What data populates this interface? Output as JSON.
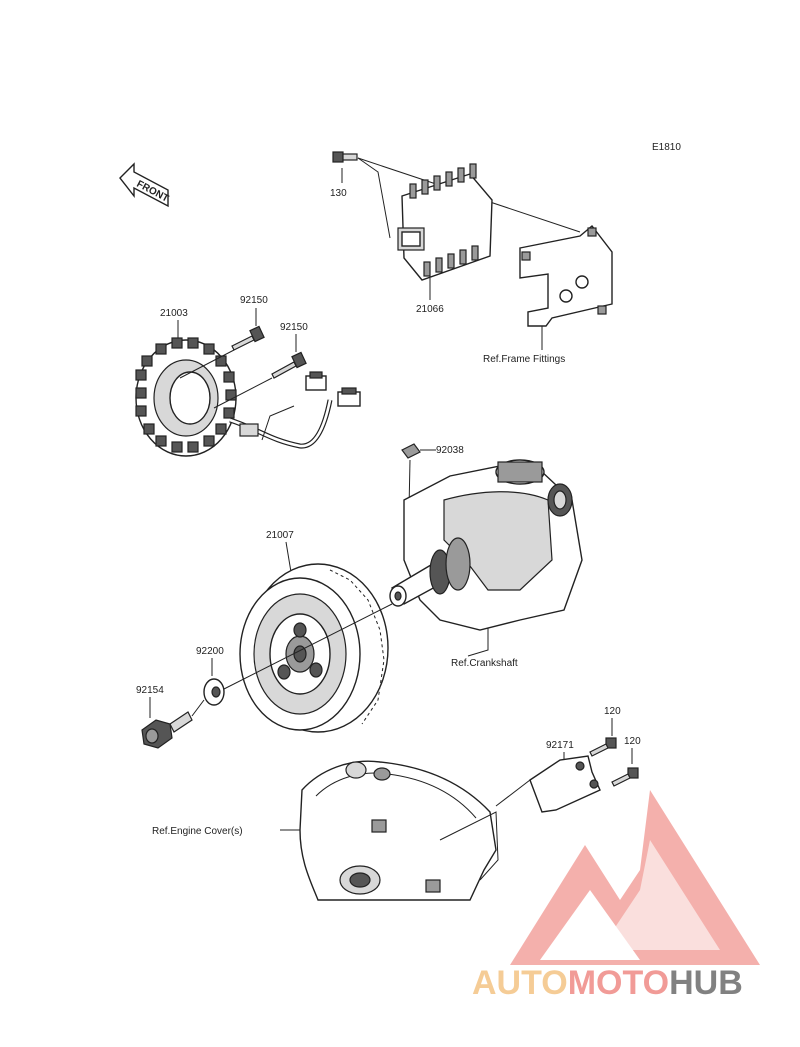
{
  "diagram": {
    "code": "E1810",
    "front_label": "FRONT",
    "parts": [
      {
        "number": "130"
      },
      {
        "number": "21066"
      },
      {
        "number": "21003"
      },
      {
        "number": "92150"
      },
      {
        "number": "92150"
      },
      {
        "number": "92038"
      },
      {
        "number": "21007"
      },
      {
        "number": "92200"
      },
      {
        "number": "92154"
      },
      {
        "number": "120"
      },
      {
        "number": "120"
      },
      {
        "number": "92171"
      }
    ],
    "references": {
      "frame": "Ref.Frame Fittings",
      "crankshaft": "Ref.Crankshaft",
      "engine_cover": "Ref.Engine Cover(s)"
    }
  },
  "watermark": {
    "part1": "AUTO",
    "part2": "MOTO",
    "part3": "HUB",
    "colors": {
      "part1": "#f4c484",
      "part2": "#ef8a86",
      "part3": "#6c6c6c",
      "logo": "#f3a39e"
    }
  }
}
